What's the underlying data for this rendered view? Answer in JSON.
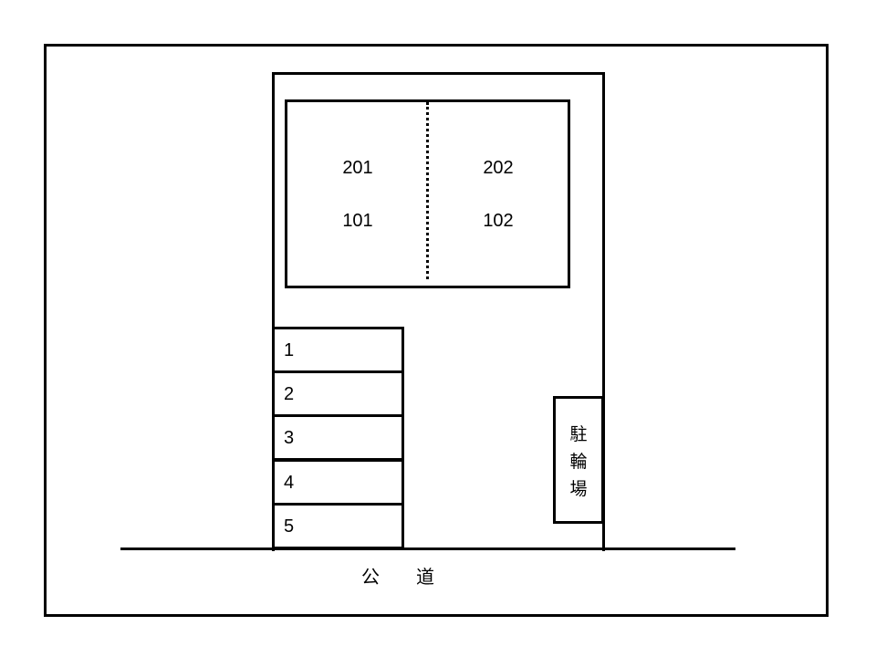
{
  "building": {
    "units": [
      {
        "label": "201"
      },
      {
        "label": "202"
      },
      {
        "label": "101"
      },
      {
        "label": "102"
      }
    ]
  },
  "parking": {
    "spaces": [
      {
        "label": "1"
      },
      {
        "label": "2"
      },
      {
        "label": "3"
      },
      {
        "label": "4"
      },
      {
        "label": "5"
      }
    ]
  },
  "bicycle_parking": {
    "label": "駐\n輪\n場"
  },
  "road": {
    "label": "公　　道"
  }
}
